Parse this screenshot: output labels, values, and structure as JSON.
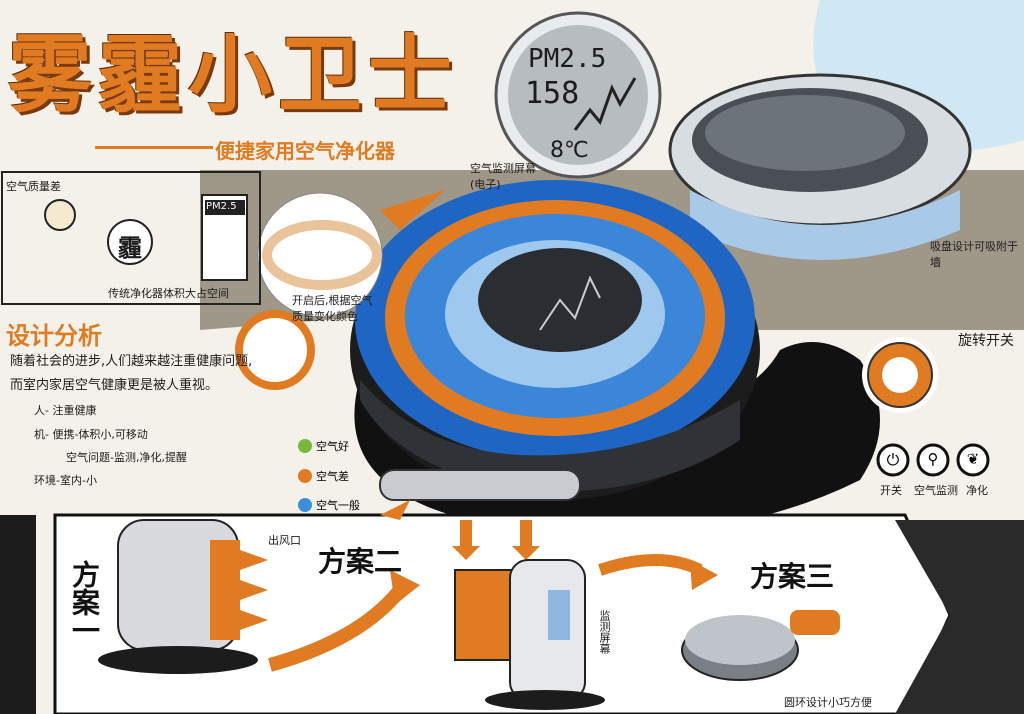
{
  "title": "雾霾小卫士",
  "subtitle": "便捷家用空气净化器",
  "display": {
    "pm_label": "PM2.5",
    "pm_value": "158",
    "temperature": "8℃"
  },
  "callouts": {
    "air_quality_poor": "空气质量差",
    "haze_char": "霾",
    "pm_box": "PM2.5",
    "traditional_purifier": "传统净化器体积大占空间",
    "monitor_screen": "空气监测屏幕(电子)",
    "ring_note": "开启后,根据空气质量变化颜色",
    "suction_design": "吸盘设计可吸附于墙",
    "rotary_switch": "旋转开关",
    "air_outlet": "出风口",
    "monitor_screen_2": "监测屏幕",
    "round_design": "圆环设计小巧方便"
  },
  "analysis": {
    "heading": "设计分析",
    "paragraph": "随着社会的进步,人们越来越注重健康问题,而室内家居空气健康更是被人重视。",
    "tree": [
      "人- 注重健康",
      "机- 便携-体积小,可移动",
      "空气问题-监测,净化,提醒",
      "环境-室内-小"
    ]
  },
  "legend": [
    {
      "label": "空气好",
      "color": "#7ab83a"
    },
    {
      "label": "空气差",
      "color": "#e07b22"
    },
    {
      "label": "空气一般",
      "color": "#3a8fd8"
    }
  ],
  "buttons": [
    {
      "label": "开关",
      "icon": "power-icon"
    },
    {
      "label": "空气监测",
      "icon": "magnifier-icon"
    },
    {
      "label": "净化",
      "icon": "leaf-icon"
    }
  ],
  "schemes": {
    "one": "方案一",
    "two": "方案二",
    "three": "方案三"
  },
  "colors": {
    "accent_orange": "#e07b22",
    "accent_blue": "#1f66c4",
    "dark": "#1c1c1c",
    "taupe": "#8a8270"
  }
}
